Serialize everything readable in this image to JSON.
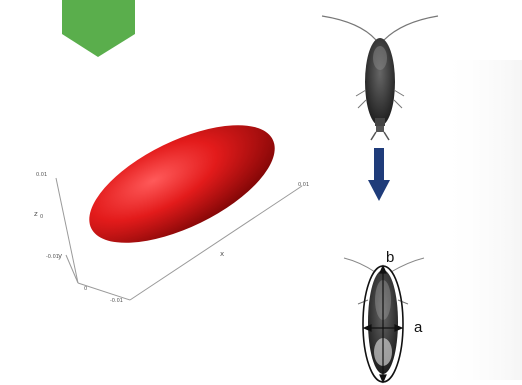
{
  "colors": {
    "marker": "#5aae4c",
    "ellipsoid": "#d81818",
    "arrow": "#1f3c7a",
    "copepod": "#3a3a3a",
    "axes": "#9a9a9a"
  },
  "plot3d": {
    "z_ticks": [
      "0.01",
      "0",
      "-0.01"
    ],
    "z_axis_label": "z",
    "y_axis_label": "y",
    "x_axis_label": "x",
    "corner_tick": "0",
    "x_end_tick": "0.01",
    "y_end_tick": "-0.01"
  },
  "measure": {
    "major_axis_label": "b",
    "minor_axis_label": "a"
  }
}
